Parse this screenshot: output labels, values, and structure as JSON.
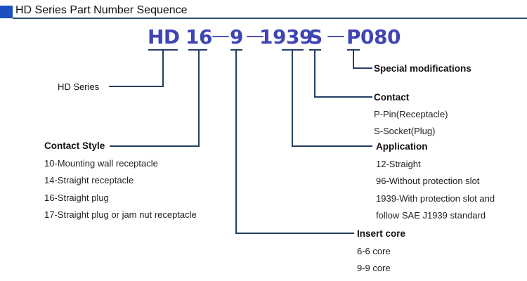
{
  "header": {
    "title": "HD Series Part Number Sequence",
    "accent_color": "#1c4fbf",
    "line_color": "#2c4a66"
  },
  "code": {
    "color": "#3f45b5",
    "segments": {
      "series": "HD",
      "contact_style": "16",
      "dash1": "—",
      "insert_core": "9",
      "dash2": "—",
      "application": "1939",
      "contact": "S",
      "dash3": "—",
      "special": "P080"
    }
  },
  "legend": {
    "series": {
      "title": "HD Series"
    },
    "contact_style": {
      "title": "Contact Style",
      "options": [
        "10-Mounting wall receptacle",
        "14-Straight receptacle",
        "16-Straight plug",
        "17-Straight plug or jam nut receptacle"
      ]
    },
    "special": {
      "title": "Special modifications"
    },
    "contact": {
      "title": "Contact",
      "options": [
        "P-Pin(Receptacle)",
        "S-Socket(Plug)"
      ]
    },
    "application": {
      "title": "Application",
      "options": [
        "12-Straight",
        "96-Without protection slot",
        "1939-With protection slot and",
        "follow SAE J1939 standard"
      ]
    },
    "insert_core": {
      "title": "Insert core",
      "options": [
        "6-6 core",
        "9-9 core"
      ]
    }
  }
}
